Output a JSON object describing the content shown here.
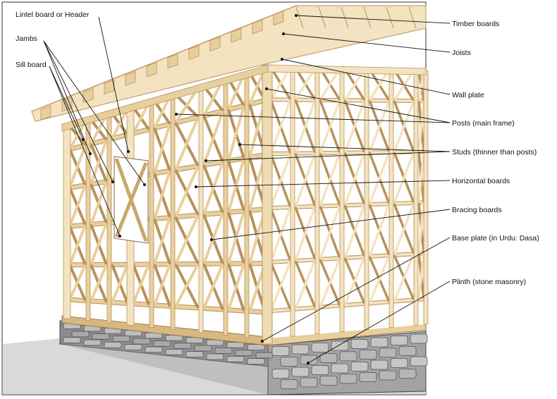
{
  "labels": {
    "lintel": "Lintel board or Header",
    "jambs": "Jambs",
    "sill": "Sill board",
    "timber": "Timber boards",
    "joists": "Joists",
    "wallplate": "Wall plate",
    "posts": "Posts (main frame)",
    "studs": "Studs (thinner than posts)",
    "horizontal": "Horizontal boards",
    "bracing": "Bracing boards",
    "baseplate": "Base plate  (in Urdu: Dasa)",
    "plinth": "Plinth (stone masonry)"
  },
  "colors": {
    "wood": "#e8cf9e",
    "wood_light": "#f3e3c0",
    "wood_dark": "#b8925a",
    "stone": "#9a9a9a",
    "ground": "#cfcfcf",
    "border": "#333333"
  }
}
